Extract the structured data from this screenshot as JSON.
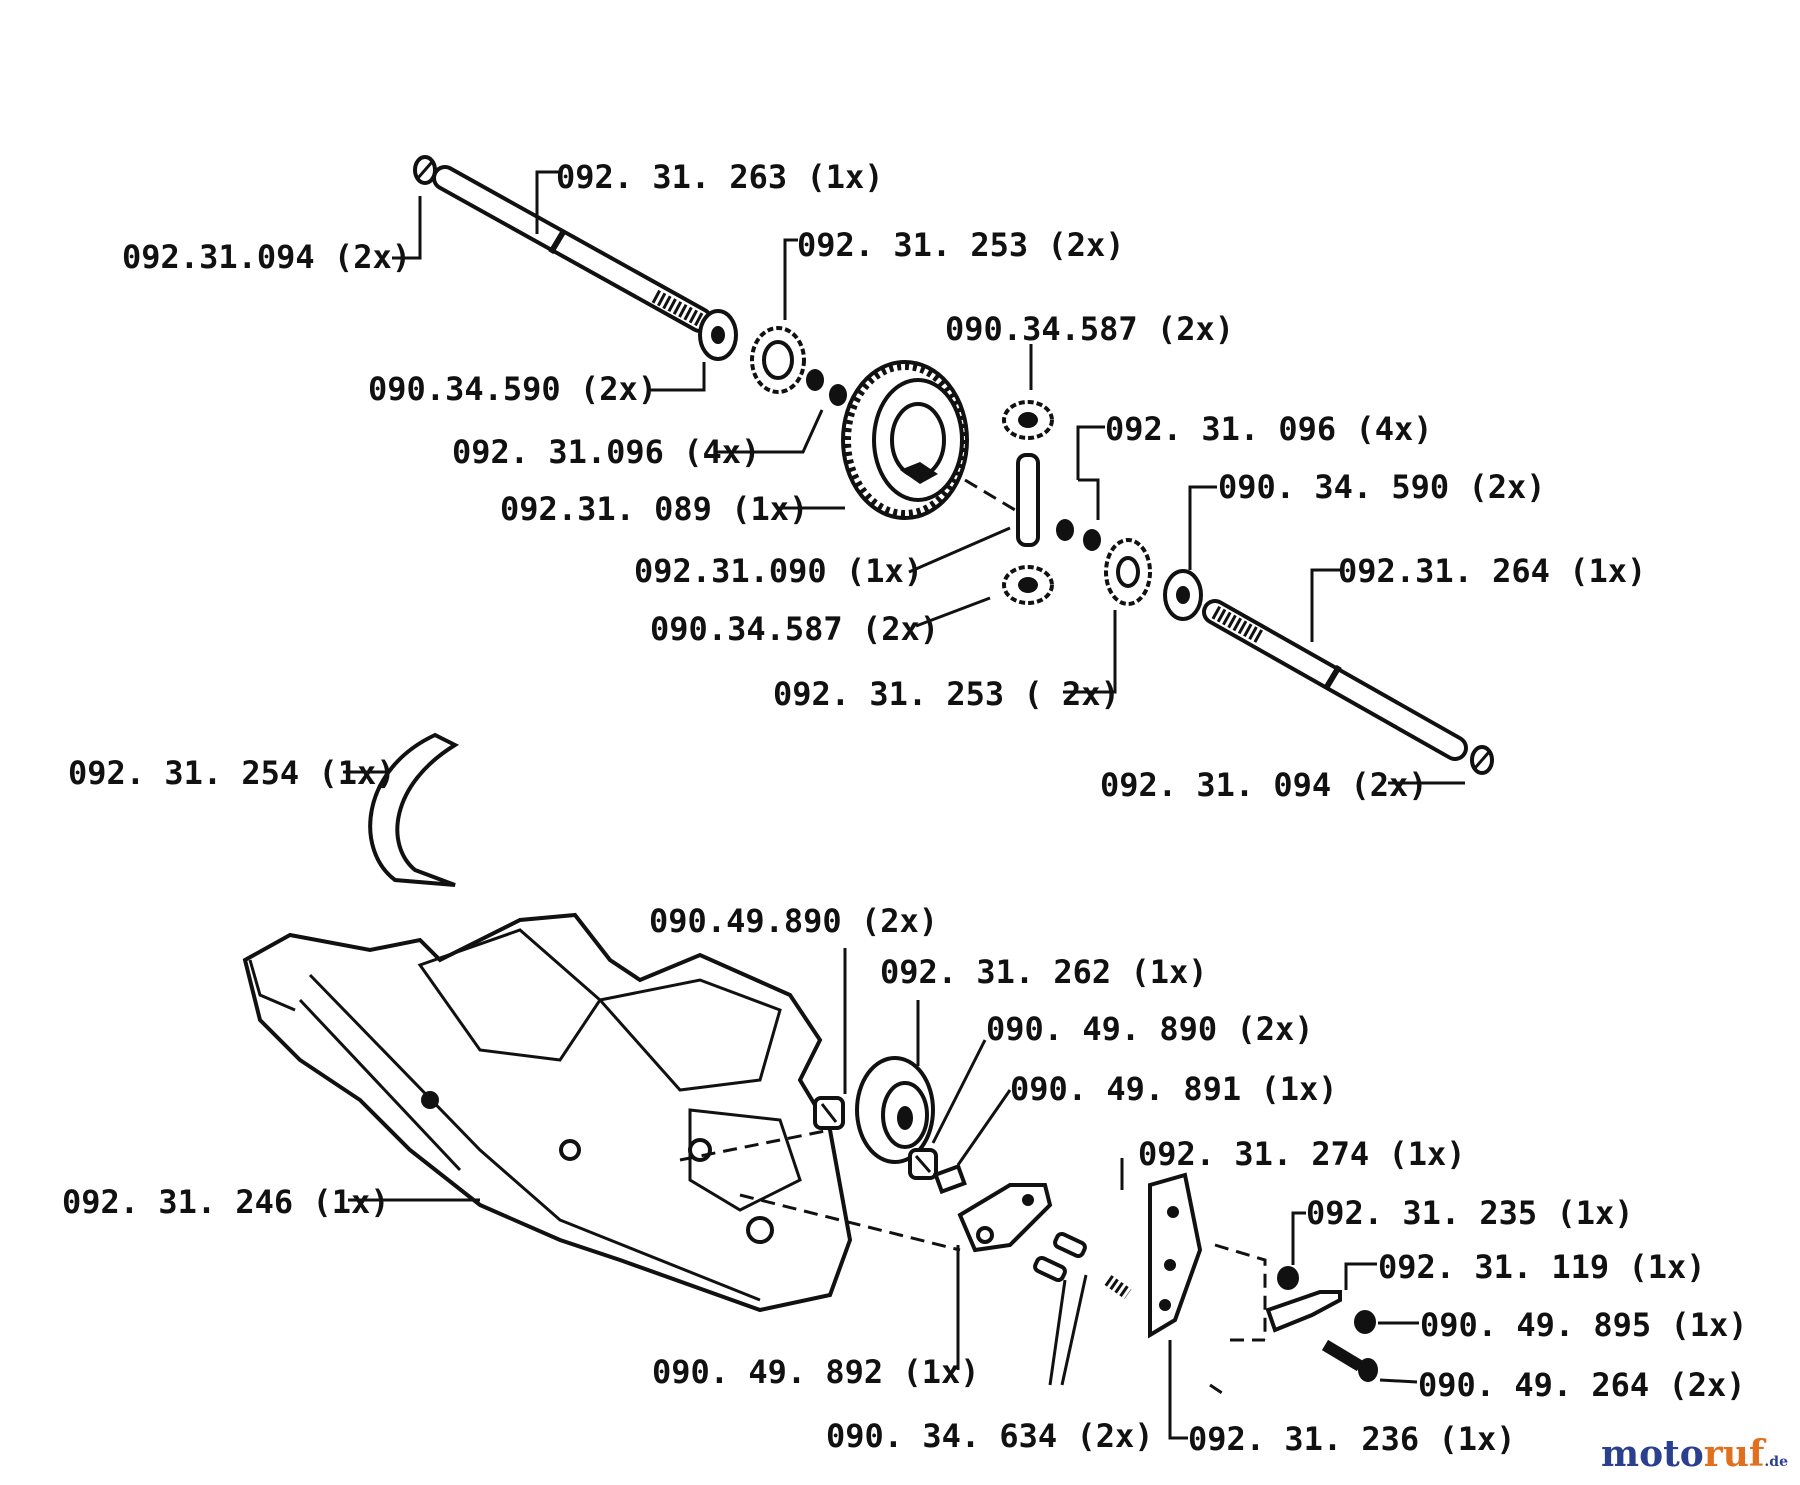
{
  "labels": {
    "shaft_top": "092. 31. 263 (1x)",
    "washer_top": "092.31.094 (2x)",
    "gear_top": "092. 31. 253 (2x)",
    "bevel_top": "090.34.587 (2x)",
    "spacer_left": "090.34.590  (2x)",
    "circlip_left": "092. 31.096 (4x)",
    "crown_wheel": "092.31. 089 (1x)",
    "circlip_right": "092. 31. 096 (4x)",
    "spacer_right": "090. 34. 590 (2x)",
    "pin": "092.31.090 (1x)",
    "bevel_bottom": "090.34.587 (2x)",
    "shaft_right": "092.31. 264 (1x)",
    "gear_bottom": "092. 31. 253 ( 2x)",
    "washer_bottom": "092. 31. 094 (2x)",
    "band": "092. 31. 254 (1x)",
    "bushing_a": "090.49.890 (2x)",
    "pulley": "092. 31. 262 (1x)",
    "bushing_b": "090. 49. 890 (2x)",
    "key_small": "090. 49. 891 (1x)",
    "spring_part": "092. 31. 274 (1x)",
    "housing": "092. 31. 246 (1x)",
    "nut": "092. 31. 235 (1x)",
    "bracket": "092. 31. 119 (1x)",
    "lock_nut": "090. 49. 895 (1x)",
    "lever": "090. 49. 892 (1x)",
    "bolt": "090. 49. 264 (2x)",
    "pins": "090. 34. 634 (2x)",
    "plate": "092. 31. 236 (1x)"
  },
  "watermark": {
    "part1": "moto",
    "part2": "ruf",
    "part3": ".de"
  },
  "colors": {
    "ink": "#111111",
    "watermark_blue": "#2b3f8f",
    "watermark_orange": "#e07020"
  }
}
